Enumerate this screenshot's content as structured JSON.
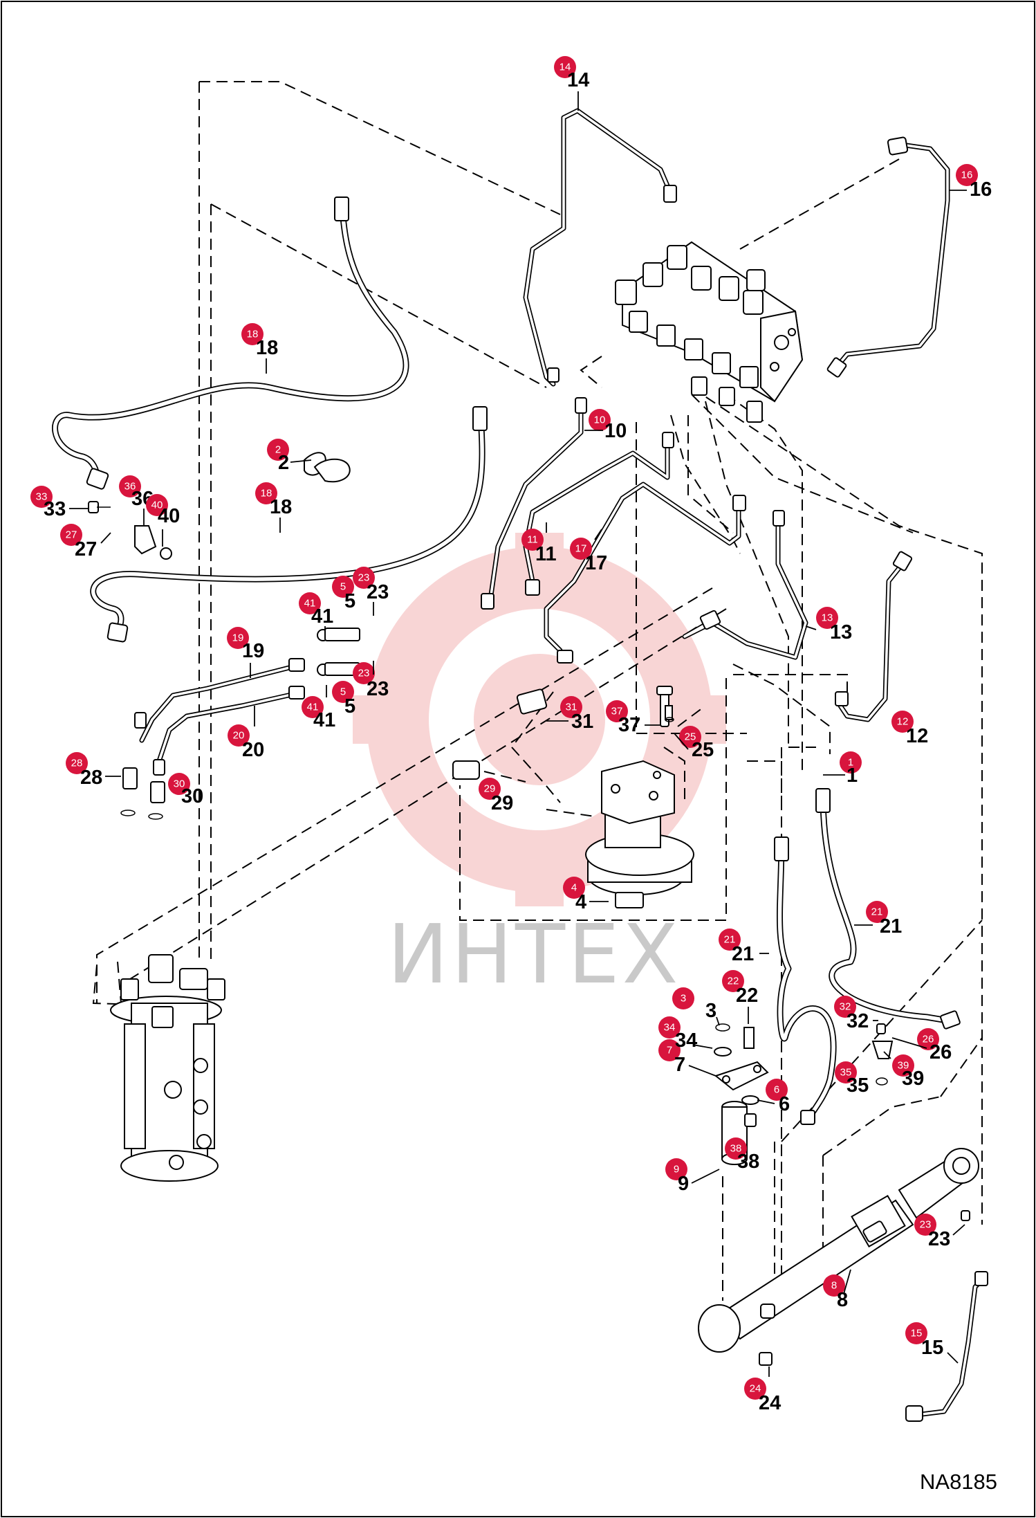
{
  "diagram": {
    "drawing_code": "NA8185",
    "watermark": "ИНТЕХ"
  },
  "callouts": [
    {
      "no": "1",
      "label": "1"
    },
    {
      "no": "2",
      "label": "2"
    },
    {
      "no": "3",
      "label": "3"
    },
    {
      "no": "4",
      "label": "4"
    },
    {
      "no": "5",
      "label": "5"
    },
    {
      "no": "6",
      "label": "6"
    },
    {
      "no": "7",
      "label": "7"
    },
    {
      "no": "8",
      "label": "8"
    },
    {
      "no": "9",
      "label": "9"
    },
    {
      "no": "10",
      "label": "10"
    },
    {
      "no": "11",
      "label": "11"
    },
    {
      "no": "12",
      "label": "12"
    },
    {
      "no": "13",
      "label": "13"
    },
    {
      "no": "14",
      "label": "14"
    },
    {
      "no": "15",
      "label": "15"
    },
    {
      "no": "16",
      "label": "16"
    },
    {
      "no": "17",
      "label": "17"
    },
    {
      "no": "18",
      "label": "18"
    },
    {
      "no": "19",
      "label": "19"
    },
    {
      "no": "20",
      "label": "20"
    },
    {
      "no": "21",
      "label": "21"
    },
    {
      "no": "22",
      "label": "22"
    },
    {
      "no": "23",
      "label": "23"
    },
    {
      "no": "24",
      "label": "24"
    },
    {
      "no": "25",
      "label": "25"
    },
    {
      "no": "26",
      "label": "26"
    },
    {
      "no": "27",
      "label": "27"
    },
    {
      "no": "28",
      "label": "28"
    },
    {
      "no": "29",
      "label": "29"
    },
    {
      "no": "30",
      "label": "30"
    },
    {
      "no": "31",
      "label": "31"
    },
    {
      "no": "32",
      "label": "32"
    },
    {
      "no": "33",
      "label": "33"
    },
    {
      "no": "34",
      "label": "34"
    },
    {
      "no": "35",
      "label": "35"
    },
    {
      "no": "36",
      "label": "36"
    },
    {
      "no": "37",
      "label": "37"
    },
    {
      "no": "38",
      "label": "38"
    },
    {
      "no": "39",
      "label": "39"
    },
    {
      "no": "40",
      "label": "40"
    },
    {
      "no": "41",
      "label": "41"
    }
  ],
  "colors": {
    "badge": "#d8153d",
    "line": "#000000",
    "watermark_logo": "#f4b4b4",
    "watermark_text": "#c9c9c9"
  }
}
